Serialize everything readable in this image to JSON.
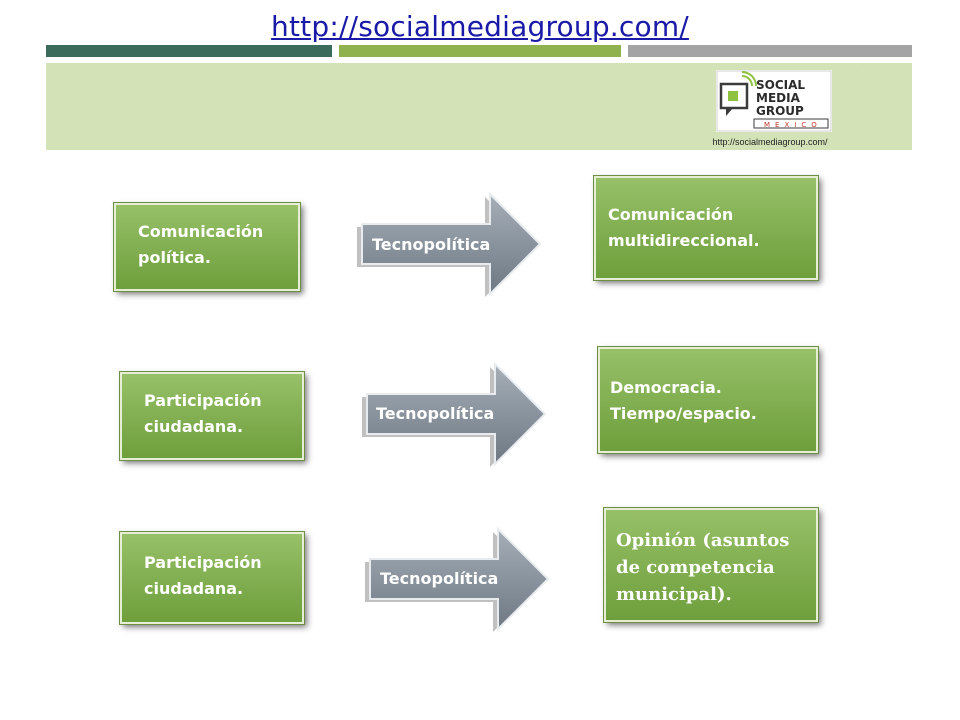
{
  "header": {
    "url_title": "http://socialmediagroup.com/",
    "logo_caption": "http://socialmediagroup.com/",
    "logo": {
      "line1": "SOCIAL",
      "line2": "MEDIA",
      "line3": "GROUP",
      "line4": "MEXICO"
    }
  },
  "colors": {
    "box_green": "#7aab48",
    "arrow_gray": "#8a949e",
    "banner": "#d4e2b8",
    "bar_dark": "#3b6b5a",
    "bar_green": "#8fb24f",
    "bar_gray": "#a4a4a4",
    "link_blue": "#1a1aa8"
  },
  "rows": [
    {
      "left": "Comunicación\npolítica.",
      "arrow": "Tecnopolítica",
      "right": "Comunicación\nmultidireccional."
    },
    {
      "left": "Participación\nciudadana.",
      "arrow": "Tecnopolítica",
      "right": " Democracia.\nTiempo/espacio."
    },
    {
      "left": "Participación\nciudadana.",
      "arrow": "Tecnopolítica",
      "right": "Opinión (asuntos\nde competencia\nmunicipal)."
    }
  ]
}
